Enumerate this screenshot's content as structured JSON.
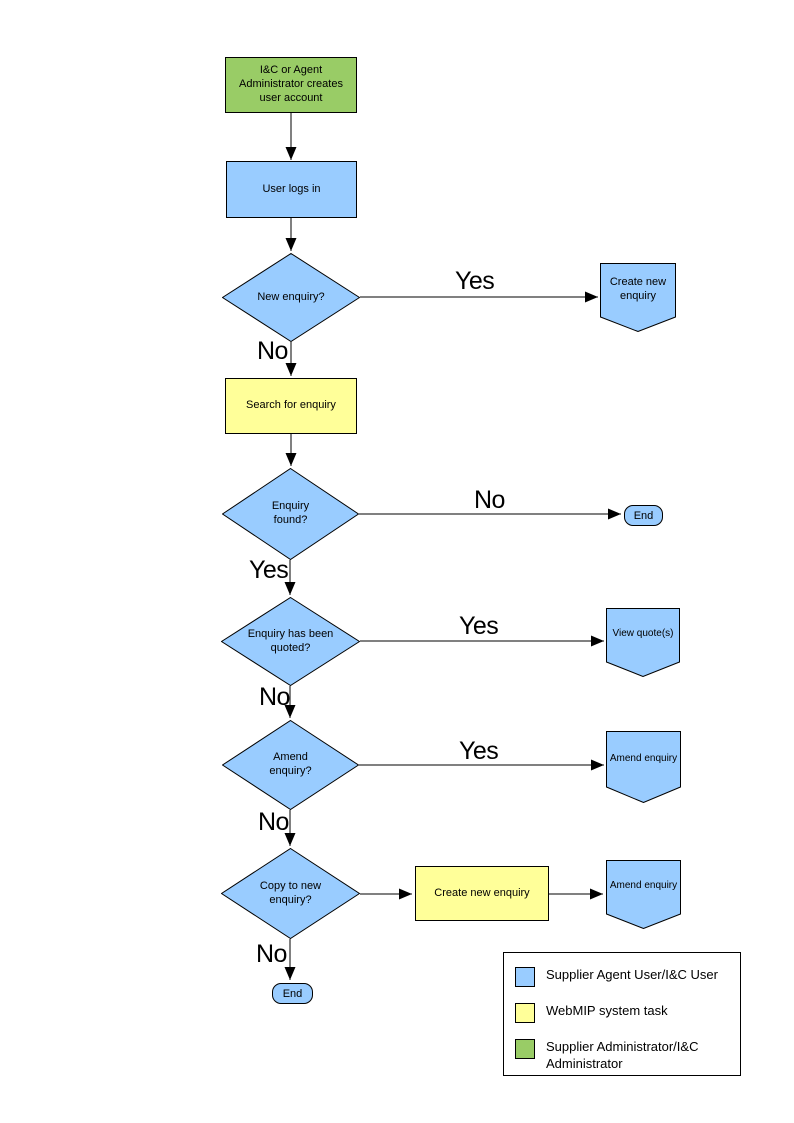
{
  "nodes": {
    "create_account": {
      "label": "I&C or Agent Administrator creates user account",
      "type": "admin-task"
    },
    "user_logs_in": {
      "label": "User logs in",
      "type": "user-task"
    },
    "new_enquiry_q": {
      "label": "New enquiry?",
      "type": "decision"
    },
    "create_new_enquiry_top": {
      "label": "Create new enquiry",
      "type": "user-task"
    },
    "search_for_enquiry": {
      "label": "Search for enquiry",
      "type": "system-task"
    },
    "enquiry_found_q": {
      "label": "Enquiry found?",
      "type": "decision"
    },
    "end_right": {
      "label": "End",
      "type": "terminator"
    },
    "enquiry_quoted_q": {
      "label": "Enquiry has been quoted?",
      "type": "decision"
    },
    "view_quotes": {
      "label": "View quote(s)",
      "type": "user-task"
    },
    "amend_enquiry_q": {
      "label": "Amend enquiry?",
      "type": "decision"
    },
    "amend_enquiry_1": {
      "label": "Amend enquiry",
      "type": "user-task"
    },
    "copy_to_new_q": {
      "label": "Copy to new enquiry?",
      "type": "decision"
    },
    "create_new_enquiry_mid": {
      "label": "Create new enquiry",
      "type": "system-task"
    },
    "amend_enquiry_2": {
      "label": "Amend enquiry",
      "type": "user-task"
    },
    "end_bottom": {
      "label": "End",
      "type": "terminator"
    }
  },
  "edge_labels": {
    "new_enquiry_yes": "Yes",
    "new_enquiry_no": "No",
    "enquiry_found_no": "No",
    "enquiry_found_yes": "Yes",
    "quoted_yes": "Yes",
    "quoted_no": "No",
    "amend_yes": "Yes",
    "amend_no": "No",
    "copy_no": "No"
  },
  "legend": {
    "items": [
      {
        "color": "#99CCFF",
        "label": "Supplier Agent User/I&C User"
      },
      {
        "color": "#FFFF99",
        "label": "WebMIP system task"
      },
      {
        "color": "#99CC66",
        "label": "Supplier Administrator/I&C Administrator"
      }
    ]
  },
  "colors": {
    "user_task": "#99CCFF",
    "system_task": "#FFFF99",
    "admin_task": "#99CC66",
    "line": "#000000"
  }
}
